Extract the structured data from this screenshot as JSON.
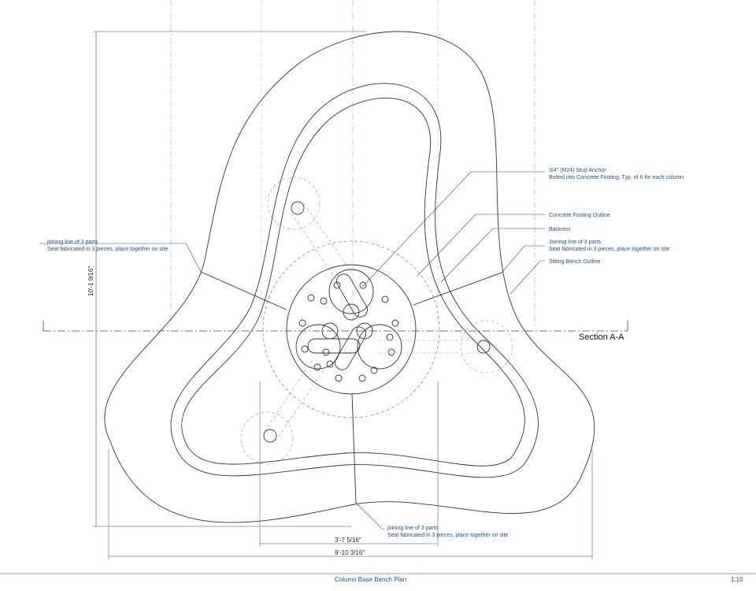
{
  "annotations": {
    "stud_anchor": [
      "3/4\" (M24) Stud Anchor",
      "Bolted into Concrete Footing, Typ. of 6 for each column"
    ],
    "footing_outline": "Concrete Footing Outline",
    "backrest": "Backrest",
    "joining_right": [
      "Joining line of 3 parts",
      "Seat fabricated in 3 pieces, place together on site"
    ],
    "sitting_bench": "Sitting Bench Outline",
    "joining_left": [
      "joining line of 3 parts",
      "Seat fabricated in 3 pieces, place together on site"
    ],
    "joining_bottom": [
      "joining line of 3 parts",
      "Seat fabricated in 3 pieces, place together on site"
    ]
  },
  "section_label": "Section A-A",
  "dimensions": {
    "vertical": "10'-1 9/16\"",
    "footing_width": "3'-7 5/16\"",
    "overall_width": "9'-10 3/16\""
  },
  "title_block": {
    "title": "Column Base Bench Plan",
    "scale": "1:10"
  },
  "colors": {
    "annotation": "#1f4e8c",
    "outline": "#333333",
    "centerline_teal": "#7fb8b0",
    "centerline_tan": "#d8c29c"
  }
}
